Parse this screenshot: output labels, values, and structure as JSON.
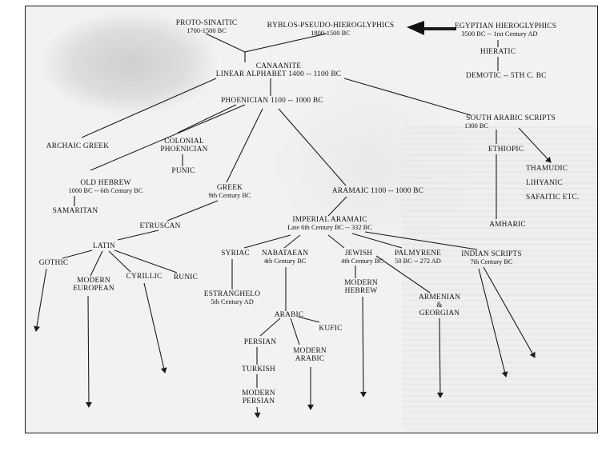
{
  "nodes": {
    "proto_sinaitic": {
      "name": "PROTO-SINAITIC",
      "date": "1700-1500 BC"
    },
    "byblos": {
      "name": "BYBLOS-PSEUDO-HIEROGLYPHICS",
      "date": "1800-1500 BC"
    },
    "egyptian": {
      "name": "EGYPTIAN HIEROGLYPHICS",
      "date": "3500 BC -- 1rst Century AD"
    },
    "hieratic": {
      "name": "HIERATIC"
    },
    "demotic": {
      "name": "DEMOTIC -- 5th C. BC"
    },
    "canaanite": {
      "name": "CANAANITE",
      "line2": "LINEAR ALPHABET 1400 -- 1100 BC"
    },
    "phoenician": {
      "name": "PHOENICIAN 1100 -- 1000 BC"
    },
    "south_arabic": {
      "name": "SOUTH ARABIC SCRIPTS",
      "date": "1300 BC"
    },
    "archaic_greek": {
      "name": "ARCHAIC GREEK"
    },
    "colonial_phoenician": {
      "name": "COLONIAL",
      "line2": "PHOENICIAN"
    },
    "punic": {
      "name": "PUNIC"
    },
    "ethiopic": {
      "name": "ETHIOPIC"
    },
    "thamudic": {
      "name": "THAMUDIC"
    },
    "lihyanic": {
      "name": "LIHYANIC"
    },
    "safaitic": {
      "name": "SAFAITIC etc."
    },
    "old_hebrew": {
      "name": "OLD HEBREW",
      "date": "1000 BC -- 6th Century BC"
    },
    "samaritan": {
      "name": "SAMARITAN"
    },
    "greek": {
      "name": "GREEK",
      "date": "9th Century BC"
    },
    "aramaic": {
      "name": "ARAMAIC 1100 -- 1000 BC"
    },
    "amharic": {
      "name": "AMHARIC"
    },
    "etruscan": {
      "name": "ETRUSCAN"
    },
    "imperial_aramaic": {
      "name": "IMPERIAL ARAMAIC",
      "date": "Late 6th Century BC -- 332 BC"
    },
    "latin": {
      "name": "LATIN"
    },
    "gothic": {
      "name": "GOTHIC"
    },
    "modern_european": {
      "name": "MODERN",
      "line2": "EUROPEAN"
    },
    "cyrillic": {
      "name": "CYRILLIC"
    },
    "runic": {
      "name": "RUNIC"
    },
    "syriac": {
      "name": "SYRIAC"
    },
    "estranghelo": {
      "name": "ESTRANGHELO",
      "date": "5th Century AD"
    },
    "nabataean": {
      "name": "NABATAEAN",
      "date": "4th Century BC"
    },
    "jewish": {
      "name": "JEWISH",
      "date": "4th Century BC"
    },
    "modern_hebrew": {
      "name": "MODERN",
      "line2": "HEBREW"
    },
    "palmyrene": {
      "name": "PALMYRENE",
      "date": "50 BC -- 272 AD"
    },
    "armenian": {
      "name": "ARMENIAN",
      "line2": "&",
      "line3": "GEORGIAN"
    },
    "indian": {
      "name": "INDIAN SCRIPTS",
      "date": "7th Century BC"
    },
    "arabic": {
      "name": "ARABIC"
    },
    "kufic": {
      "name": "KUFIC"
    },
    "persian": {
      "name": "PERSIAN"
    },
    "modern_arabic": {
      "name": "MODERN",
      "line2": "ARABIC"
    },
    "turkish": {
      "name": "TURKISH"
    },
    "modern_persian": {
      "name": "MODERN",
      "line2": "PERSIAN"
    }
  },
  "colors": {
    "ink": "#1c1c1c",
    "paper": "#f2f2f2",
    "page": "#ffffff"
  }
}
